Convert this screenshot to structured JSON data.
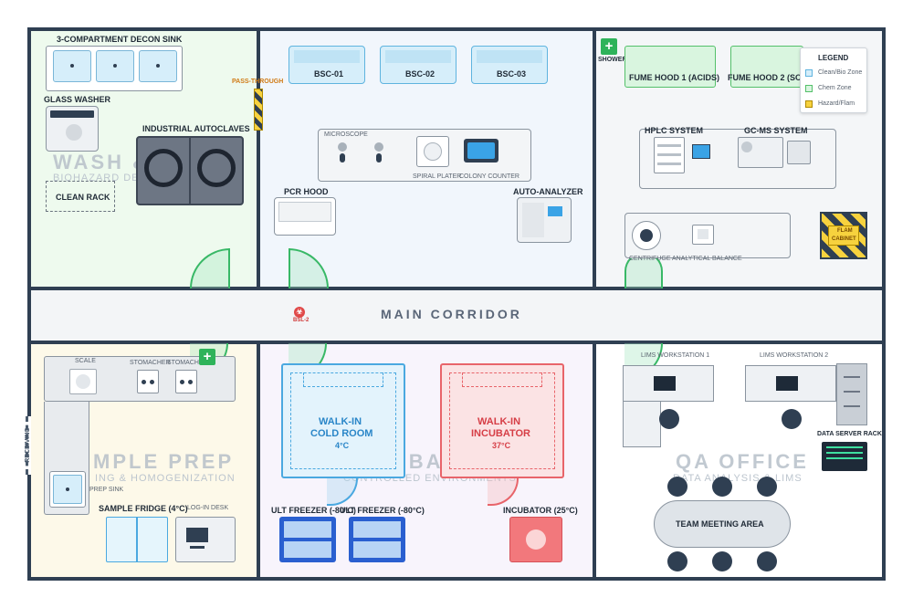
{
  "rooms": {
    "wash": {
      "name": "WASH &",
      "sub": "BIOHAZARD DE"
    },
    "prep": {
      "name": "MPLE PREP",
      "sub": "ING & HOMOGENIZATION"
    },
    "incubation": {
      "name": "INCUBATION",
      "sub": "CONTROLLED ENVIRONMENTS"
    },
    "qa": {
      "name": "QA OFFICE",
      "sub": "DATA ANALYSIS & LIMS"
    },
    "corridor": "MAIN CORRIDOR"
  },
  "labels": {
    "sink": "3-COMPARTMENT DECON SINK",
    "glass_washer": "GLASS WASHER",
    "autoclaves": "INDUSTRIAL AUTOCLAVES",
    "clean_rack": "CLEAN RACK",
    "pass_through": "PASS-THROUGH",
    "bsc1": "BSC-01",
    "bsc2": "BSC-02",
    "bsc3": "BSC-03",
    "microscope": "MICROSCOPE",
    "spiral": "SPIRAL PLATER",
    "colony": "COLONY COUNTER",
    "pcr": "PCR HOOD",
    "auto_analyzer": "AUTO-ANALYZER",
    "shower": "SHOWER",
    "fume1": "FUME HOOD 1 (ACIDS)",
    "fume2": "FUME HOOD 2 (SOL",
    "hplc": "HPLC SYSTEM",
    "gcms": "GC-MS SYSTEM",
    "centrifuge": "CENTRIFUGE",
    "balance": "ANALYTICAL BALANCE",
    "flam1": "FLAM",
    "flam2": "CABINET",
    "bsl": "BSL-2",
    "scale": "SCALE",
    "stomacher1": "STOMACHER",
    "stomacher2": "STOMACHER",
    "receiving": "RECEIVING",
    "prep_sink": "PREP SINK",
    "sample_fridge": "SAMPLE FRIDGE (4°C)",
    "login_desk": "LOG-IN DESK",
    "cold_room_1": "WALK-IN",
    "cold_room_2": "COLD ROOM",
    "cold_room_temp": "4°C",
    "incubator_room_1": "WALK-IN",
    "incubator_room_2": "INCUBATOR",
    "incubator_room_temp": "37°C",
    "ult1": "ULT FREEZER (-80°C)",
    "ult2": "ULT FREEZER (-80°C)",
    "incubator25": "INCUBATOR (25°C)",
    "lims1": "LIMS WORKSTATION 1",
    "lims2": "LIMS WORKSTATION 2",
    "server": "DATA SERVER RACK",
    "meeting": "TEAM MEETING AREA"
  },
  "legend": {
    "title": "LEGEND",
    "items": [
      {
        "label": "Clean/Bio Zone",
        "color": "#d6eefa",
        "border": "#5fb4df"
      },
      {
        "label": "Chem Zone",
        "color": "#d9f5df",
        "border": "#54c06a"
      },
      {
        "label": "Hazard/Flam",
        "color": "#f7d23e",
        "border": "#b08a00"
      }
    ]
  },
  "colors": {
    "wall": "#2f3f52",
    "wash_bg": "#eefaee",
    "bio_bg": "#f1f6fc",
    "chem_bg": "#f4f6f8",
    "prep_bg": "#fdf9e9",
    "incub_bg": "#f8f4fc",
    "cold": "#4aa8e0",
    "warm": "#e8646a",
    "freezer": "#2a5fd0"
  }
}
